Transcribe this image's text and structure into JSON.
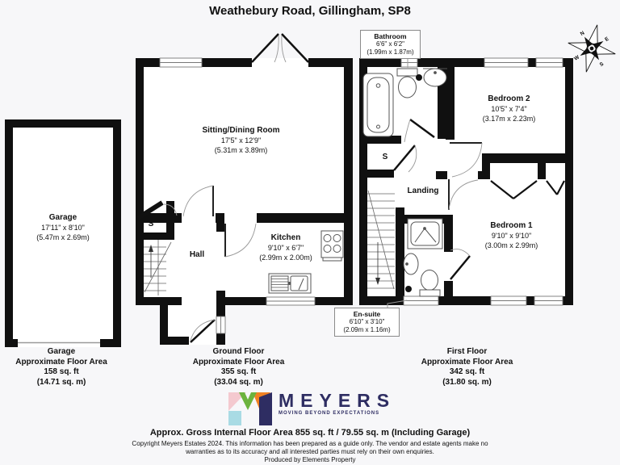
{
  "title": "Weathebury Road, Gillingham, SP8",
  "compass": {
    "n": "N",
    "e": "E",
    "s": "S",
    "w": "W"
  },
  "rooms": {
    "garage": {
      "name": "Garage",
      "imperial": "17'11\" x 8'10\"",
      "metric": "(5.47m x 2.69m)"
    },
    "sitting": {
      "name": "Sitting/Dining Room",
      "imperial": "17'5\" x 12'9\"",
      "metric": "(5.31m x 3.89m)"
    },
    "kitchen": {
      "name": "Kitchen",
      "imperial": "9'10\" x 6'7\"",
      "metric": "(2.99m x 2.00m)"
    },
    "hall": {
      "name": "Hall"
    },
    "storage_ground": {
      "name": "S"
    },
    "bathroom": {
      "name": "Bathroom",
      "imperial": "6'6\" x 6'2\"",
      "metric": "(1.99m x 1.87m)"
    },
    "bedroom2": {
      "name": "Bedroom 2",
      "imperial": "10'5\" x 7'4\"",
      "metric": "(3.17m x 2.23m)"
    },
    "storage_first": {
      "name": "S"
    },
    "landing": {
      "name": "Landing"
    },
    "ensuite": {
      "name": "En-suite",
      "imperial": "6'10\" x 3'10\"",
      "metric": "(2.09m x 1.16m)"
    },
    "bedroom1": {
      "name": "Bedroom 1",
      "imperial": "9'10\" x 9'10\"",
      "metric": "(3.00m x 2.99m)"
    }
  },
  "areas": {
    "garage": {
      "line1": "Garage",
      "line2": "Approximate Floor Area",
      "line3": "158 sq. ft",
      "line4": "(14.71 sq. m)"
    },
    "ground": {
      "line1": "Ground Floor",
      "line2": "Approximate Floor Area",
      "line3": "355 sq. ft",
      "line4": "(33.04 sq. m)"
    },
    "first": {
      "line1": "First Floor",
      "line2": "Approximate Floor Area",
      "line3": "342 sq. ft",
      "line4": "(31.80 sq. m)"
    }
  },
  "logo": {
    "brand": "MEYERS",
    "tagline": "MOVING BEYOND EXPECTATIONS",
    "colors": {
      "navy": "#2e2d62",
      "pink": "#f4c9cf",
      "blue": "#a9dbe4",
      "green": "#6cb33e",
      "orange": "#f08122"
    }
  },
  "footer": {
    "area_summary": "Approx. Gross Internal Floor Area 855 sq. ft / 79.55 sq. m (Including Garage)",
    "copyright1": "Copyright Meyers Estates 2024. This information has been prepared as a guide only. The vendor and estate agents make no",
    "copyright2": "warranties as to its accuracy and all interested parties must rely on their own enquiries.",
    "produced": "Produced by Elements Property"
  }
}
